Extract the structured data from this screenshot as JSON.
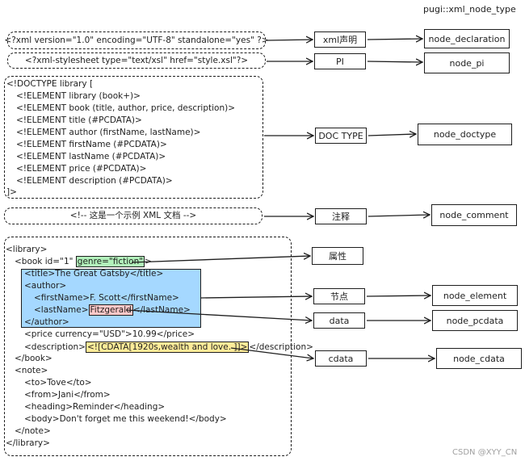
{
  "title": "pugi::xml_node_type",
  "watermark": "CSDN @XYY_CN",
  "xml_declaration": "<?xml version=\"1.0\" encoding=\"UTF-8\" standalone=\"yes\" ?>",
  "stylesheet_pi": "<?xml-stylesheet type=\"text/xsl\" href=\"style.xsl\"?>",
  "doctype_lines": [
    "<!DOCTYPE library [",
    "<!ELEMENT library (book+)>",
    "<!ELEMENT book (title, author, price, description)>",
    "<!ELEMENT title (#PCDATA)>",
    "<!ELEMENT author (firstName, lastName)>",
    "<!ELEMENT firstName (#PCDATA)>",
    "<!ELEMENT lastName (#PCDATA)>",
    "<!ELEMENT price (#PCDATA)>",
    "<!ELEMENT description (#PCDATA)>",
    "]>"
  ],
  "comment": "<!-- 这是一个示例 XML 文档 -->",
  "body_code": {
    "library_open": "<library>",
    "book_open_prefix": "<book id=\"1\" ",
    "book_attr": "genre=\"fiction\"",
    "book_open_suffix": ">",
    "title_line": "<title>The Great Gatsby</title>",
    "author_open": "<author>",
    "firstname_line": "<firstName>F. Scott</firstName>",
    "lastname_prefix": "<lastName>",
    "lastname_value": "Fitzgerald",
    "lastname_suffix": "</lastName>",
    "author_close": "</author>",
    "price_line": "<price currency=\"USD\">10.99</price>",
    "description_prefix": "<description>",
    "description_cdata": "<![CDATA[1920s,wealth and love. ]]>",
    "description_suffix": "</description>",
    "book_close": "</book>",
    "note_open": "<note>",
    "to_line": "<to>Tove</to>",
    "from_line": "<from>Jani</from>",
    "heading_line": "<heading>Reminder</heading>",
    "body_line": "<body>Don't forget me this weekend!</body>",
    "note_close": "</note>",
    "library_close": "</library>"
  },
  "labels": {
    "xml_decl": "xml声明",
    "pi": "PI",
    "doctype": "DOC TYPE",
    "comment": "注释",
    "attribute": "属性",
    "node": "节点",
    "data": "data",
    "cdata": "cdata"
  },
  "node_types": {
    "declaration": "node_declaration",
    "pi": "node_pi",
    "doctype": "node_doctype",
    "comment": "node_comment",
    "element": "node_element",
    "pcdata": "node_pcdata",
    "cdata": "node_cdata"
  }
}
